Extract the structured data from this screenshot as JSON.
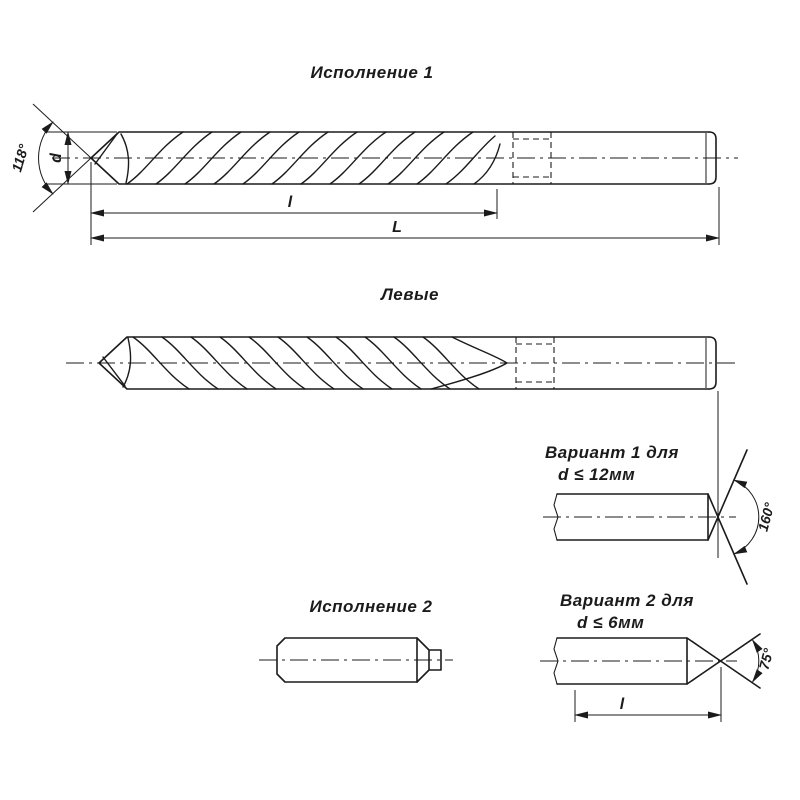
{
  "drawing": {
    "background": "#ffffff",
    "line_color": "#1b1b1b"
  },
  "labels": {
    "version1_title": "Исполнение 1",
    "left_hand_title": "Левые",
    "variant1_line1": "Вариант 1 для",
    "variant1_line2": "d ≤ 12мм",
    "version2_title": "Исполнение 2",
    "variant2_line1": "Вариант 2 для",
    "variant2_line2": "d ≤ 6мм"
  },
  "dims": {
    "point_angle": "118°",
    "diameter": "d",
    "flute_length": "l",
    "overall_length": "L",
    "variant1_angle": "160°",
    "variant2_angle": "75°",
    "variant2_length": "l"
  }
}
